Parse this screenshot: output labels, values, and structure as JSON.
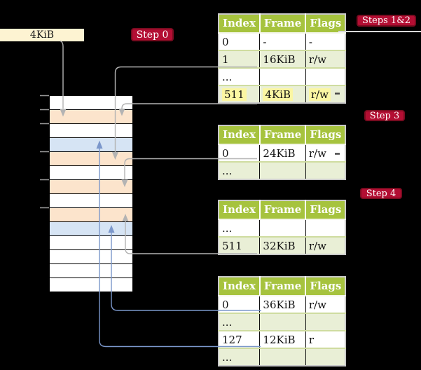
{
  "figure": {
    "memory_box_label": "4KiB"
  },
  "badges": {
    "step0": "Step 0",
    "steps12": "Steps 1&2",
    "step3": "Step 3",
    "step4": "Step 4"
  },
  "table_headers": [
    "Index",
    "Frame",
    "Flags"
  ],
  "tables": [
    {
      "name": "page-table-steps-1-2",
      "rows": [
        {
          "cells": [
            "0",
            "-",
            "-"
          ]
        },
        {
          "cells": [
            "1",
            "16KiB",
            "r/w"
          ]
        },
        {
          "cells": [
            "...",
            "",
            ""
          ]
        },
        {
          "cells": [
            "511",
            "4KiB",
            "r/w"
          ],
          "highlight": true
        }
      ]
    },
    {
      "name": "page-table-step-3",
      "rows": [
        {
          "cells": [
            "0",
            "24KiB",
            "r/w"
          ]
        },
        {
          "cells": [
            "...",
            "",
            ""
          ]
        }
      ]
    },
    {
      "name": "page-table-step-4",
      "rows": [
        {
          "cells": [
            "...",
            "",
            ""
          ]
        },
        {
          "cells": [
            "511",
            "32KiB",
            "r/w"
          ]
        }
      ]
    },
    {
      "name": "page-table-final",
      "rows": [
        {
          "cells": [
            "0",
            "36KiB",
            "r/w"
          ]
        },
        {
          "cells": [
            "...",
            "",
            ""
          ]
        },
        {
          "cells": [
            "127",
            "12KiB",
            "r"
          ]
        },
        {
          "cells": [
            "...",
            "",
            ""
          ]
        }
      ]
    }
  ],
  "memory": {
    "rows": [
      "white",
      "orange",
      "white",
      "blue",
      "orange",
      "white",
      "orange",
      "white",
      "orange",
      "blue",
      "white",
      "white",
      "white",
      "white"
    ]
  },
  "colors": {
    "badge_red": "#b30e33",
    "table_header_green": "#a6c33e",
    "table_row_green": "#e9efd6",
    "highlight_yellow": "#fbf6a3",
    "frame_orange": "#fce4cc",
    "frame_blue": "#d6e4f4",
    "line_gray": "#b3b3b3",
    "line_blue": "#7b97cb"
  }
}
